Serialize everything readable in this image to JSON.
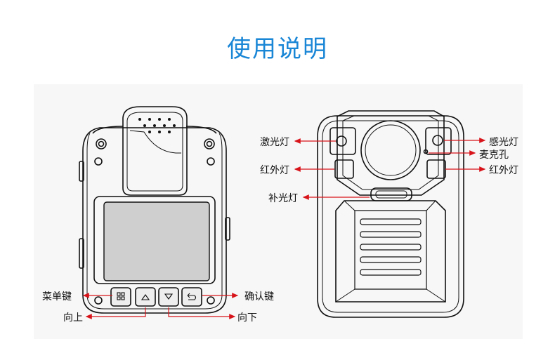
{
  "title": "使用说明",
  "colors": {
    "title": "#1a86d6",
    "arrow": "#d8141b",
    "outline": "#111111"
  },
  "front_labels": {
    "menu_key": "菜单键",
    "up": "向上",
    "confirm_key": "确认键",
    "down": "向下"
  },
  "back_labels": {
    "laser_light": "激光灯",
    "ir_left": "红外灯",
    "fill_light": "补光灯",
    "light_sensor": "感光灯",
    "microphone": "麦克孔",
    "ir_right": "红外灯"
  },
  "icons": [
    "menu-icon",
    "up-arrow-icon",
    "down-arrow-icon",
    "back-icon"
  ]
}
